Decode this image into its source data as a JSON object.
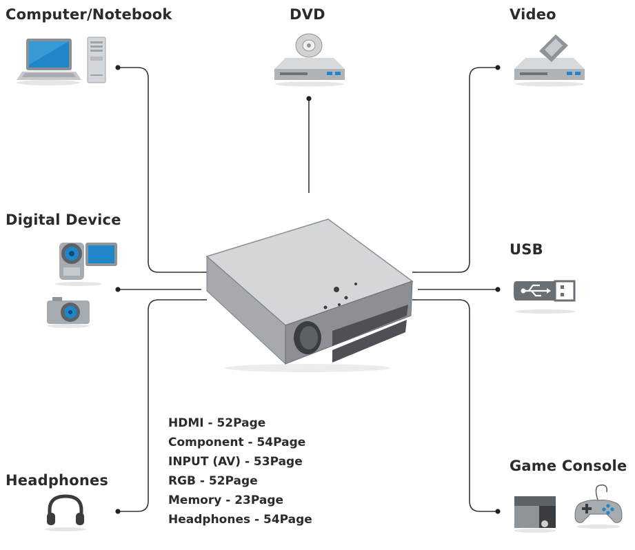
{
  "labels": {
    "computer": "Computer/Notebook",
    "dvd": "DVD",
    "video": "Video",
    "digital": "Digital Device",
    "usb": "USB",
    "headphones": "Headphones",
    "game": "Game Console"
  },
  "page_refs": [
    "HDMI - 52Page",
    "Component - 54Page",
    "INPUT (AV) - 53Page",
    "RGB - 52Page",
    "Memory - 23Page",
    "Headphones - 54Page"
  ],
  "colors": {
    "text": "#2b2b2b",
    "line": "#333333",
    "screen_blue": "#1f86c9",
    "device_gray": "#9ea3a8",
    "projector_body": "#cfd2d4",
    "projector_dark": "#3a3d40"
  },
  "icons": [
    "laptop-icon",
    "pc-tower-icon",
    "dvd-player-icon",
    "video-player-icon",
    "camcorder-icon",
    "camera-icon",
    "usb-icon",
    "headphones-icon",
    "game-console-icon",
    "gamepad-icon",
    "projector-icon"
  ]
}
